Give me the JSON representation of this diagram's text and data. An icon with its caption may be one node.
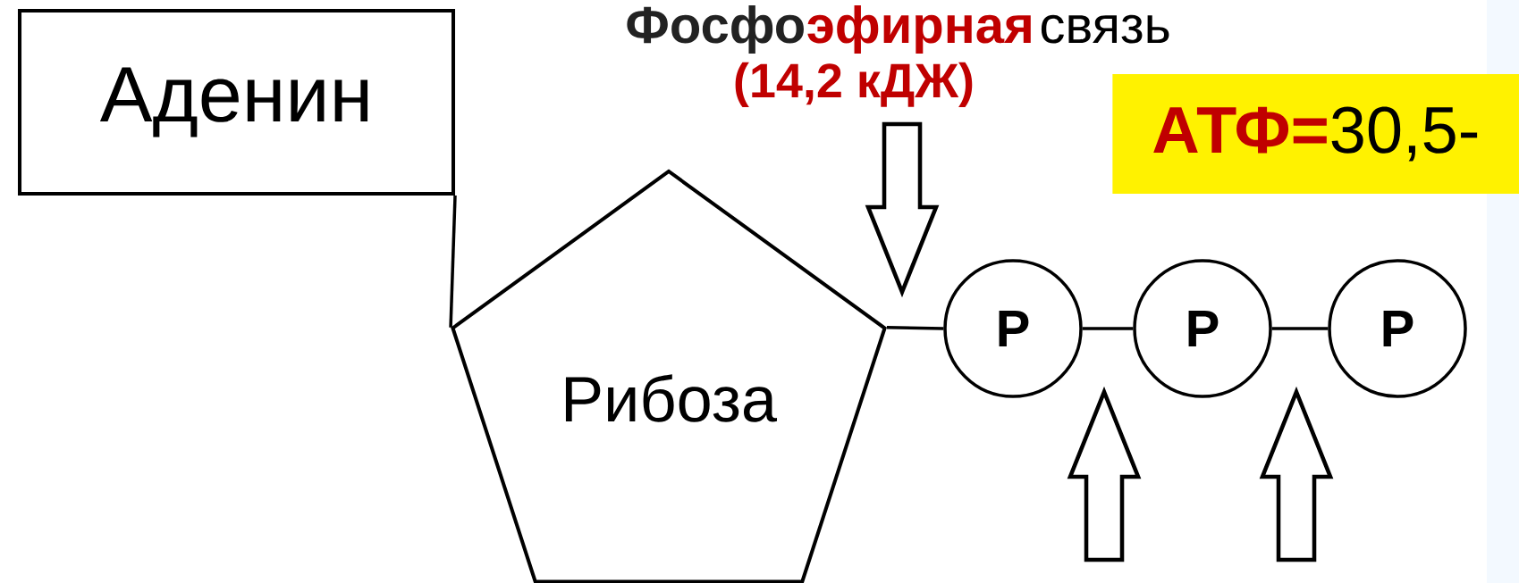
{
  "diagram": {
    "nodes": [
      {
        "text": [
          "Аденин"
        ]
      },
      {
        "text": [
          "Рибоза"
        ]
      },
      {
        "text": [
          "P"
        ]
      },
      {
        "text": [
          "P"
        ]
      },
      {
        "text": [
          "P"
        ]
      },
      {
        "text": [
          "АТФ=",
          "30,5-"
        ]
      }
    ],
    "edges": [
      {
        "from": 0,
        "to": 1,
        "arrow": "none"
      },
      {
        "from": 1,
        "to": 2,
        "arrow": "none"
      },
      {
        "from": 2,
        "to": 3,
        "arrow": "none"
      },
      {
        "from": 3,
        "to": 4,
        "arrow": "none"
      }
    ],
    "labels": [
      "Фосфо",
      "эфирная",
      "связь",
      "(14,2 кДЖ)"
    ]
  }
}
